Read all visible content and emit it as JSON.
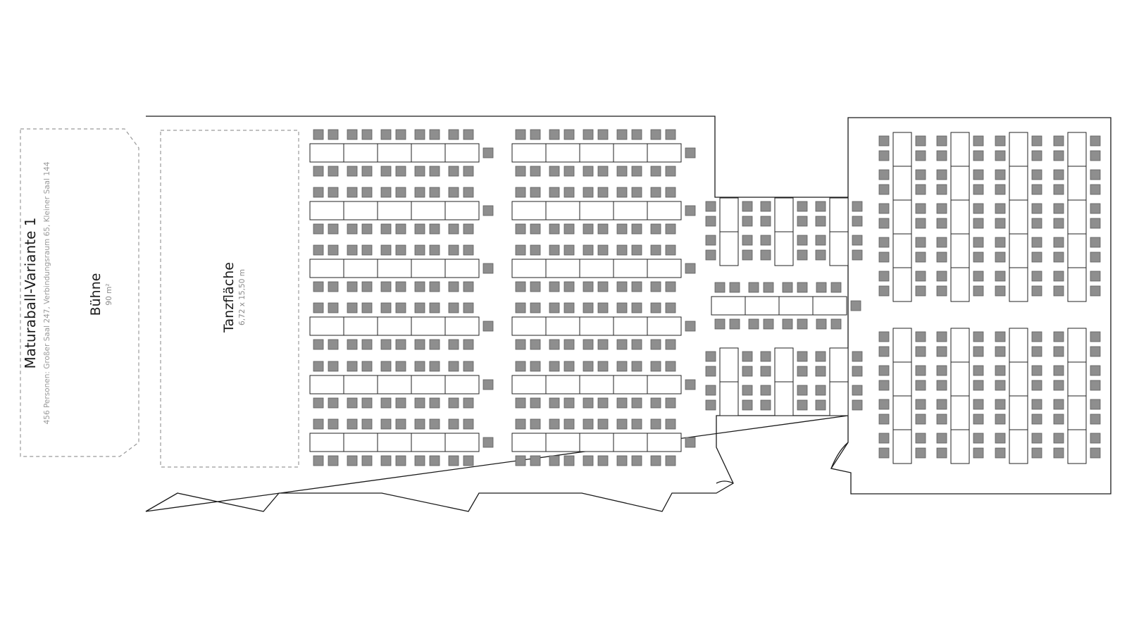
{
  "plan": {
    "title": "Maturaball-Variante 1",
    "subtitle": "456 Personen: Großer Saal 247, Verbindungsraum 65, Kleiner Saal 144",
    "stage": {
      "label": "Bühne",
      "area": "90 m²"
    },
    "dancefloor": {
      "label": "Tanzfläche",
      "size": "6,72 x 15,50 m"
    }
  },
  "colors": {
    "chair": "#8e8e8e",
    "wall": "#1a1a1a",
    "dashed_outline": "#9a9a9a"
  }
}
